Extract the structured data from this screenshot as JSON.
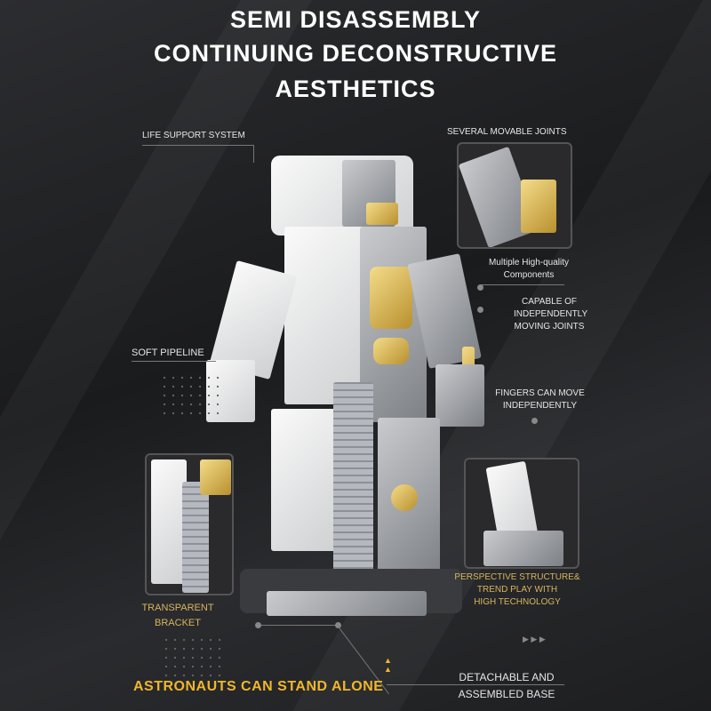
{
  "title_lines": [
    "SEMI DISASSEMBLY",
    "CONTINUING DECONSTRUCTIVE",
    "AESTHETICS"
  ],
  "callouts": {
    "life_support": "LIFE SUPPORT SYSTEM",
    "movable_joints": "SEVERAL MOVABLE JOINTS",
    "components": [
      "Multiple High-quality",
      "Components"
    ],
    "capable": [
      "CAPABLE OF",
      "INDEPENDENTLY",
      "MOVING JOINTS"
    ],
    "soft_pipeline": "SOFT PIPELINE",
    "fingers": [
      "FINGERS CAN MOVE",
      "INDEPENDENTLY"
    ],
    "perspective": [
      "PERSPECTIVE STRUCTURE&",
      "TREND PLAY WITH",
      "HIGH TECHNOLOGY"
    ],
    "transparent": [
      "TRANSPARENT",
      "BRACKET"
    ],
    "base": [
      "DETACHABLE AND",
      "ASSEMBLED BASE"
    ]
  },
  "tagline": "ASTRONAUTS CAN STAND ALONE",
  "arrows": "▶ ▶ ▶",
  "colors": {
    "gold": "#d8b45c",
    "tagline": "#f0b72a"
  }
}
